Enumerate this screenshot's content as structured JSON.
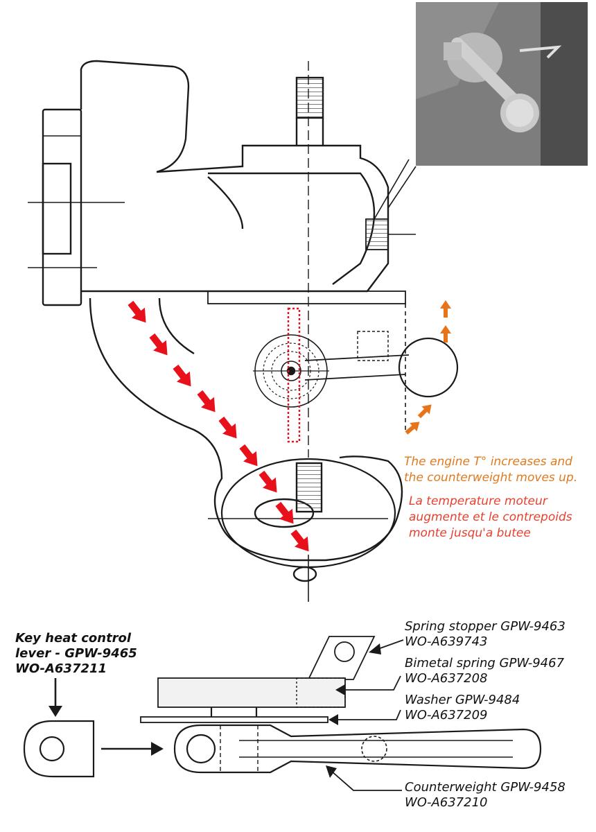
{
  "top_notes": {
    "english_line1": "The engine T° increases and",
    "english_line2": "the counterweight moves up.",
    "french_line1": "La temperature moteur",
    "french_line2": "augmente et le contrepoids",
    "french_line3": "monte jusqu'a butee"
  },
  "parts": {
    "key_lever": {
      "line1": "Key heat control",
      "line2": "lever - GPW-9465",
      "line3": "WO-A637211"
    },
    "spring_stopper": {
      "line1": "Spring stopper GPW-9463",
      "line2": "WO-A639743"
    },
    "bimetal_spring": {
      "line1": "Bimetal spring GPW-9467",
      "line2": "WO-A637208"
    },
    "washer": {
      "line1": "Washer GPW-9484",
      "line2": "WO-A637209"
    },
    "counterweight": {
      "line1": "Counterweight GPW-9458",
      "line2": "WO-A637210"
    }
  },
  "colors": {
    "red_arrow": "#e8101a",
    "orange_arrow": "#e8741a",
    "orange_text": "#e07a1e",
    "red_text": "#e8402e",
    "line": "#1a1a1a"
  }
}
